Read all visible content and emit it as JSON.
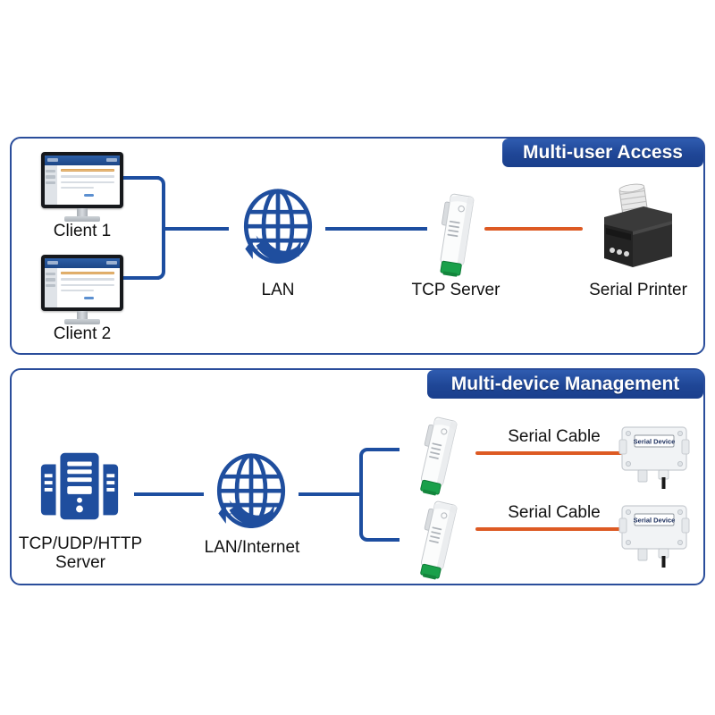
{
  "diagram": {
    "title": "Serial device server network topology",
    "colors": {
      "panel_border": "#2a4d9b",
      "banner_blue": "#1f4696",
      "wire_blue": "#1d4ea0",
      "cable_orange": "#dd5a23",
      "icon_blue": "#1f4e9e",
      "device_green": "#18a14a",
      "printer_black": "#2b2b2b",
      "label_text": "#111111"
    },
    "panels": [
      {
        "id": "multi-user-access",
        "banner": "Multi-user Access",
        "nodes": [
          {
            "id": "client-1",
            "label": "Client 1",
            "icon": "desktop-monitor-icon"
          },
          {
            "id": "client-2",
            "label": "Client 2",
            "icon": "desktop-monitor-icon"
          },
          {
            "id": "lan",
            "label": "LAN",
            "icon": "globe-network-icon"
          },
          {
            "id": "tcp-server",
            "label": "TCP Server",
            "icon": "serial-server-device-icon"
          },
          {
            "id": "serial-printer",
            "label": "Serial Printer",
            "icon": "thermal-printer-icon"
          }
        ],
        "links": [
          {
            "from": "client-1",
            "to": "lan",
            "type": "ethernet",
            "color": "#1d4ea0"
          },
          {
            "from": "client-2",
            "to": "lan",
            "type": "ethernet",
            "color": "#1d4ea0"
          },
          {
            "from": "lan",
            "to": "tcp-server",
            "type": "ethernet",
            "color": "#1d4ea0"
          },
          {
            "from": "tcp-server",
            "to": "serial-printer",
            "type": "serial",
            "color": "#dd5a23"
          }
        ]
      },
      {
        "id": "multi-device-management",
        "banner": "Multi-device Management",
        "nodes": [
          {
            "id": "tcp-udp-http-server",
            "label": "TCP/UDP/HTTP\nServer",
            "icon": "server-tower-icon"
          },
          {
            "id": "lan-internet",
            "label": "LAN/Internet",
            "icon": "globe-network-icon"
          },
          {
            "id": "server-device-1",
            "label": "",
            "icon": "serial-server-device-icon"
          },
          {
            "id": "server-device-2",
            "label": "",
            "icon": "serial-server-device-icon"
          },
          {
            "id": "serial-device-1",
            "label": "Serial Device",
            "icon": "serial-device-box-icon"
          },
          {
            "id": "serial-device-2",
            "label": "Serial Device",
            "icon": "serial-device-box-icon"
          }
        ],
        "links": [
          {
            "from": "tcp-udp-http-server",
            "to": "lan-internet",
            "type": "ethernet",
            "color": "#1d4ea0"
          },
          {
            "from": "lan-internet",
            "to": "server-device-1",
            "type": "ethernet",
            "color": "#1d4ea0"
          },
          {
            "from": "lan-internet",
            "to": "server-device-2",
            "type": "ethernet",
            "color": "#1d4ea0"
          },
          {
            "from": "server-device-1",
            "to": "serial-device-1",
            "type": "serial",
            "color": "#dd5a23",
            "label": "Serial Cable"
          },
          {
            "from": "server-device-2",
            "to": "serial-device-2",
            "type": "serial",
            "color": "#dd5a23",
            "label": "Serial Cable"
          }
        ],
        "cable_labels": [
          "Serial Cable",
          "Serial Cable"
        ]
      }
    ]
  }
}
